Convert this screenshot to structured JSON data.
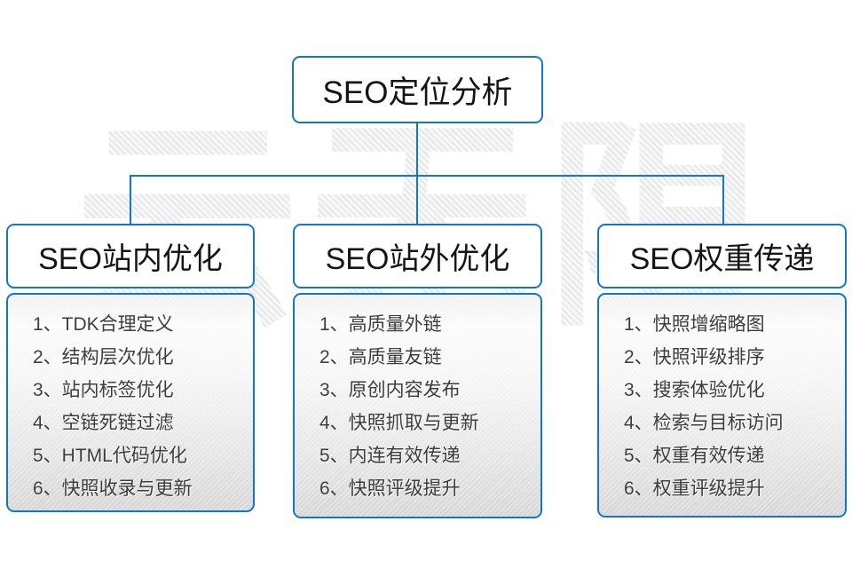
{
  "watermark": {
    "text": "云无限"
  },
  "colors": {
    "accent": "#1277cc"
  },
  "root": {
    "label": "SEO定位分析"
  },
  "branches": [
    {
      "label": "SEO站内优化",
      "items": [
        "1、TDK合理定义",
        "2、结构层次优化",
        "3、站内标签优化",
        "4、空链死链过滤",
        "5、HTML代码优化",
        "6、快照收录与更新"
      ]
    },
    {
      "label": "SEO站外优化",
      "items": [
        "1、高质量外链",
        "2、高质量友链",
        "3、原创内容发布",
        "4、快照抓取与更新",
        "5、内连有效传递",
        "6、快照评级提升"
      ]
    },
    {
      "label": "SEO权重传递",
      "items": [
        "1、快照增缩略图",
        "2、快照评级排序",
        "3、搜索体验优化",
        "4、检索与目标访问",
        "5、权重有效传递",
        "6、权重评级提升"
      ]
    }
  ]
}
